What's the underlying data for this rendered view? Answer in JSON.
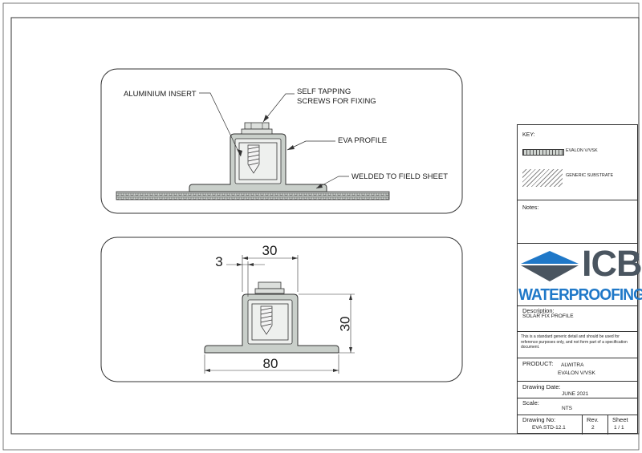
{
  "detail_top": {
    "labels": {
      "insert": "ALUMINIUM INSERT",
      "screws_line1": "SELF TAPPING",
      "screws_line2": "SCREWS FOR FIXING",
      "profile": "EVA PROFILE",
      "welded": "WELDED TO FIELD SHEET"
    }
  },
  "detail_bottom": {
    "dimensions": {
      "width_top": "30",
      "wall": "3",
      "height": "30",
      "base": "80"
    }
  },
  "title_block": {
    "key_title": "KEY:",
    "key_items": [
      "EVALON V/VSK",
      "GENERIC SUBSTRATE"
    ],
    "notes_title": "Notes:",
    "logo_icb": "ICB",
    "logo_waterproofing": "WATERPROOFING",
    "description_label": "Description:",
    "description_value": "SOLAR FIX PROFILE",
    "disclaimer": "This is a standard generic detail and should be used for reference purposes only, and not form part of a specification document.",
    "product_label": "PRODUCT:",
    "product_line1": "ALWITRA",
    "product_line2": "EVALON V/VSK",
    "date_label": "Drawing Date:",
    "date_value": "JUNE 2021",
    "scale_label": "Scale:",
    "scale_value": "NTS",
    "drawing_no_label": "Drawing No:",
    "drawing_no_value": "EVA STD-12.1",
    "rev_label": "Rev.",
    "rev_value": "2",
    "sheet_label": "Sheet",
    "sheet_value": "1 / 1"
  },
  "colors": {
    "logo_blue": "#1f78c8",
    "logo_dark": "#4a5560",
    "profile_fill": "#c9cfca"
  }
}
